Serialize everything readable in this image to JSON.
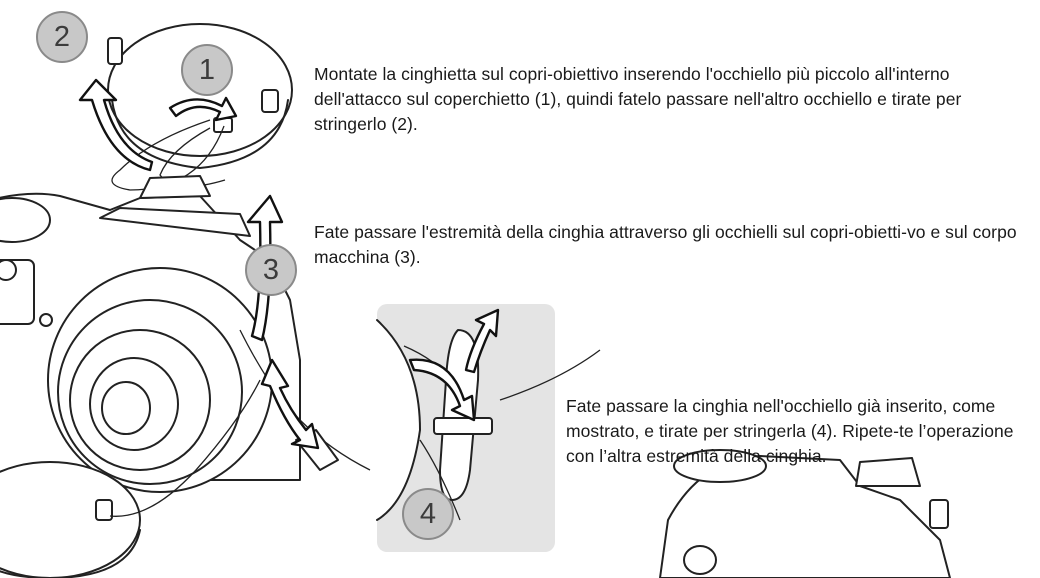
{
  "instructions": [
    "Montate la cinghietta sul copri-obiettivo inserendo l'occhiello più piccolo all'interno dell'attacco sul coperchietto (1), quindi fatelo passare nell'altro occhiello e tirate per stringerlo (2).",
    "Fate passare l'estremità della cinghia attraverso gli occhielli sul copri-obietti-vo e sul corpo macchina (3).",
    "Fate passare la cinghia nell'occhiello già inserito, come mostrato, e tirate per stringerla (4). Ripete-te l’operazione con l’altra estremità della cinghia."
  ],
  "step_badges": [
    "1",
    "2",
    "3",
    "4"
  ],
  "colors": {
    "badge_fill": "#c8c8c8",
    "badge_border": "#8a8a8a",
    "inset_bg": "#e4e4e4",
    "text": "#1a1a1a"
  }
}
